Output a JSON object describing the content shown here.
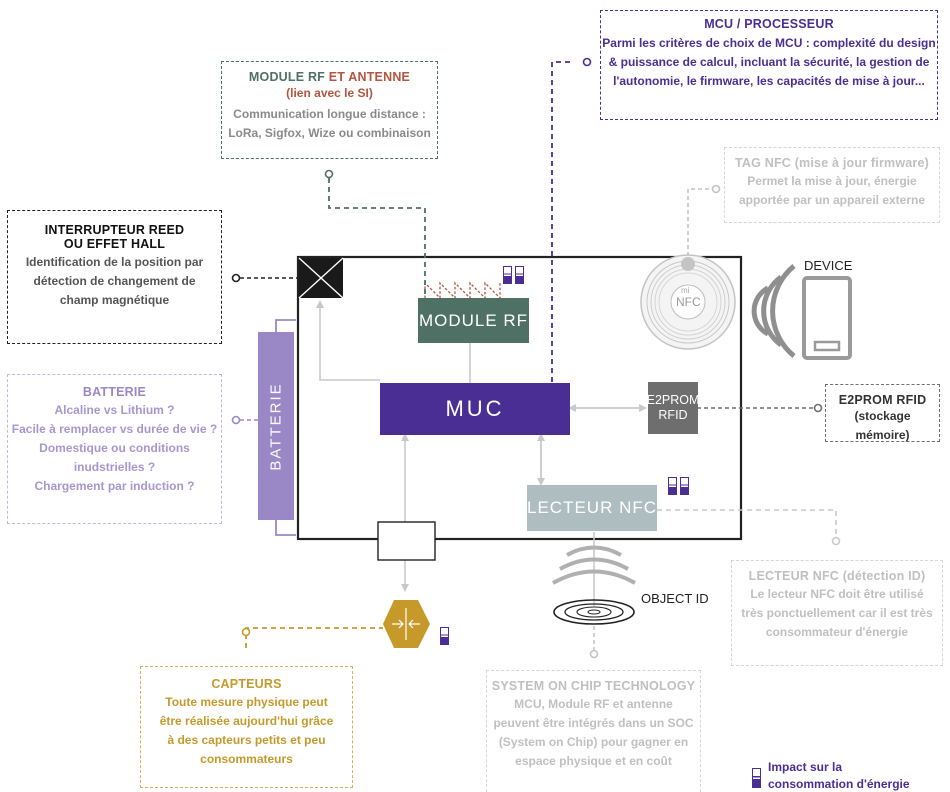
{
  "colors": {
    "main": "#222222",
    "mcu": "#4b2e93",
    "rf": "#4f7065",
    "rf_accent": "#b5543f",
    "battery": "#9a87c6",
    "nfc": "#aebdbf",
    "e2prom": "#6e6e6e",
    "sensor": "#c59a2b",
    "soc": "#b9b9b9",
    "tag": "#c4c4c4"
  },
  "blocks": {
    "muc": "MUC",
    "module_rf": "MODULE RF",
    "e2prom_line1": "E2PROM",
    "e2prom_line2": "RFID",
    "lecteur_nfc": "LECTEUR NFC",
    "batterie": "BATTERIE",
    "nfc_tag_text": "NFC",
    "nfc_tag_brand": "mi"
  },
  "labels": {
    "device": "DEVICE",
    "object_id": "OBJECT ID"
  },
  "callouts": {
    "mcu": {
      "title": "MCU / PROCESSEUR",
      "lines": [
        "Parmi les critères de choix de MCU : complexité du design",
        "& puissance de calcul, incluant la sécurité, la gestion de",
        "l'autonomie, le firmware, les capacités de mise à jour..."
      ]
    },
    "module_rf": {
      "title_a": "MODULE RF",
      "title_b": " ET ANTENNE",
      "subtitle": "(lien avec le SI)",
      "lines": [
        "Communication longue distance :",
        "LoRa, Sigfox, Wize ou combinaison"
      ]
    },
    "tag_nfc": {
      "title": "TAG NFC (mise à jour firmware)",
      "lines": [
        "Permet la mise à jour, énergie",
        "apportée par un appareil externe"
      ]
    },
    "reed": {
      "title1": "INTERRUPTEUR REED",
      "title2": "OU EFFET HALL",
      "lines": [
        "Identification de la position par",
        "détection de changement de",
        "champ magnétique"
      ]
    },
    "batterie": {
      "title": "BATTERIE",
      "lines": [
        "Alcaline vs Lithium ?",
        "Facile à remplacer vs durée de vie ?",
        "Domestique ou conditions",
        "inudstrielles ?",
        "Chargement par induction ?"
      ]
    },
    "e2prom": {
      "title": "E2PROM RFID",
      "subtitle": "(stockage mémoire)"
    },
    "lecteur_nfc": {
      "title": "LECTEUR NFC (détection ID)",
      "lines": [
        "Le lecteur NFC doit être utilisé",
        "très ponctuellement car il est très",
        "consommateur d'énergie"
      ]
    },
    "capteurs": {
      "title": "CAPTEURS",
      "lines": [
        "Toute mesure physique peut",
        "être réalisée aujourd'hui grâce",
        "à des capteurs petits et peu",
        "consommateurs"
      ]
    },
    "soc": {
      "title": "SYSTEM ON CHIP TECHNOLOGY",
      "lines": [
        "MCU, Module RF et antenne",
        "peuvent être intégrés dans un SOC",
        "(System on Chip) pour gagner en",
        "espace physique et en coût"
      ]
    }
  },
  "legend": {
    "line1": "Impact sur la",
    "line2": "consommation d'énergie",
    "icon": "battery-icon"
  }
}
